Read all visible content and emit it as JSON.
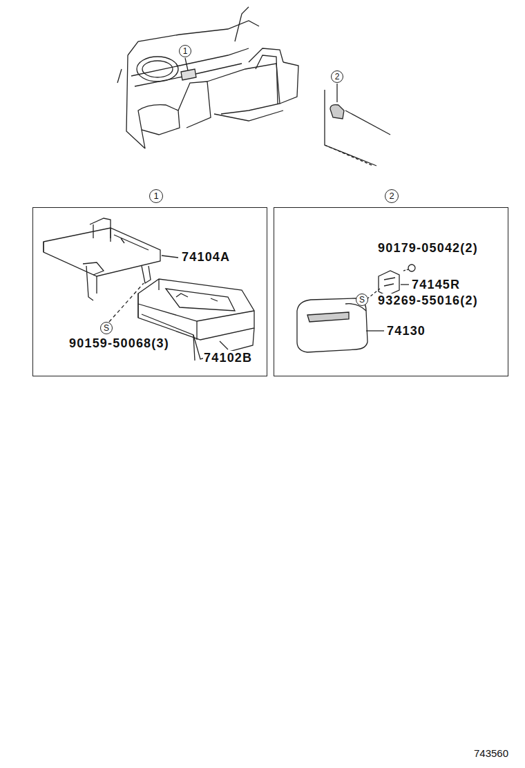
{
  "diagram": {
    "nodes": [
      {
        "text": [
          "1"
        ]
      },
      {
        "text": [
          "2"
        ]
      }
    ],
    "labels": [
      "1",
      "2",
      "74104A",
      "90159-50068(3)",
      "74102B",
      "S",
      "90179-05042(2)",
      "74145R",
      "93269-55016(2)",
      "S",
      "74130",
      "743560"
    ]
  }
}
